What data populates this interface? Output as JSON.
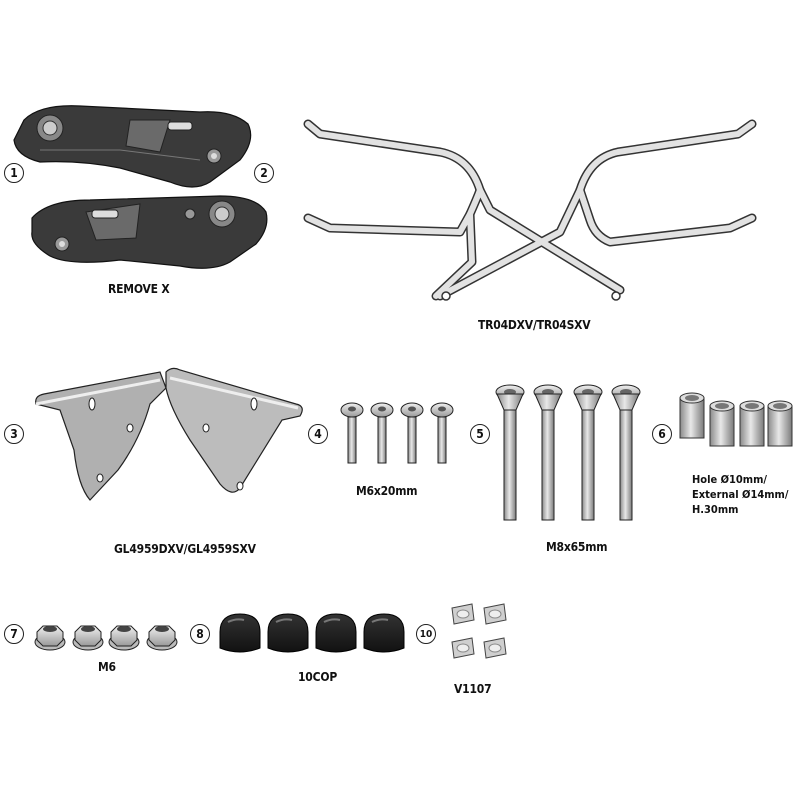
{
  "parts": [
    {
      "id": "p1",
      "number": "1"
    },
    {
      "id": "p2",
      "number": "2"
    },
    {
      "id": "p3",
      "number": "3"
    },
    {
      "id": "p4",
      "number": "4"
    },
    {
      "id": "p5",
      "number": "5"
    },
    {
      "id": "p6",
      "number": "6"
    },
    {
      "id": "p7",
      "number": "7"
    },
    {
      "id": "p8",
      "number": "8"
    },
    {
      "id": "p10",
      "number": "10"
    }
  ],
  "labels": {
    "remove_x": "REMOVE X",
    "tube_frame": "TR04DXV/TR04SXV",
    "plates": "GL4959DXV/GL4959SXV",
    "m6x20": "M6x20mm",
    "m8x65": "M8x65mm",
    "spacer_line1": "Hole Ø10mm/",
    "spacer_line2": "External Ø14mm/",
    "spacer_line3": "H.30mm",
    "m6": "M6",
    "cap": "10COP",
    "v1107": "V1107"
  }
}
